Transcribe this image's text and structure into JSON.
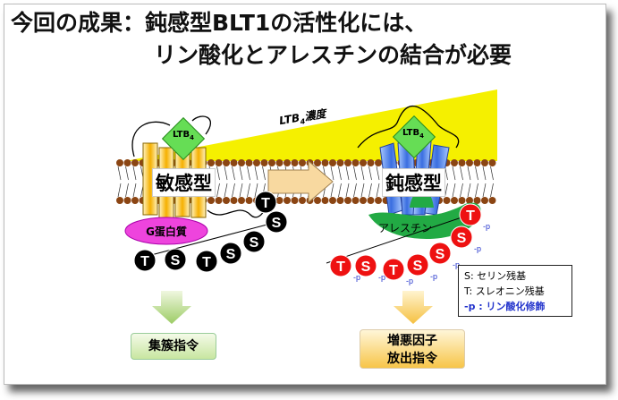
{
  "title": {
    "line1": "今回の成果：鈍感型BLT1の活性化には、",
    "line2": "リン酸化とアレスチンの結合が必要"
  },
  "gradient_label": {
    "main": "LTB",
    "sub": "4",
    "suffix": "濃度"
  },
  "ligand": {
    "main": "LTB",
    "sub": "4"
  },
  "left": {
    "receptor_label": "敏感型",
    "g_protein": "G蛋白質",
    "residues": [
      "T",
      "S",
      "T",
      "S",
      "S",
      "S",
      "T"
    ]
  },
  "right": {
    "receptor_label": "鈍感型",
    "arrestin": "アレスチン",
    "residues": [
      "T",
      "S",
      "T",
      "S",
      "S",
      "S",
      "T"
    ],
    "phospho": "-p"
  },
  "legend": {
    "s": "S: セリン残基",
    "t": "T: スレオニン残基",
    "p": "-p : リン酸化修飾"
  },
  "outcomes": {
    "left": "集簇指令",
    "right_line1": "増悪因子",
    "right_line2": "放出指令"
  },
  "colors": {
    "gradient": "#f5f000",
    "ligand": "#66dd55",
    "g_protein": "#ee44dd",
    "arrestin": "#22aa44",
    "phospho_residue": "#ee1111",
    "residue": "#000000",
    "phospho_text": "#2233cc"
  }
}
